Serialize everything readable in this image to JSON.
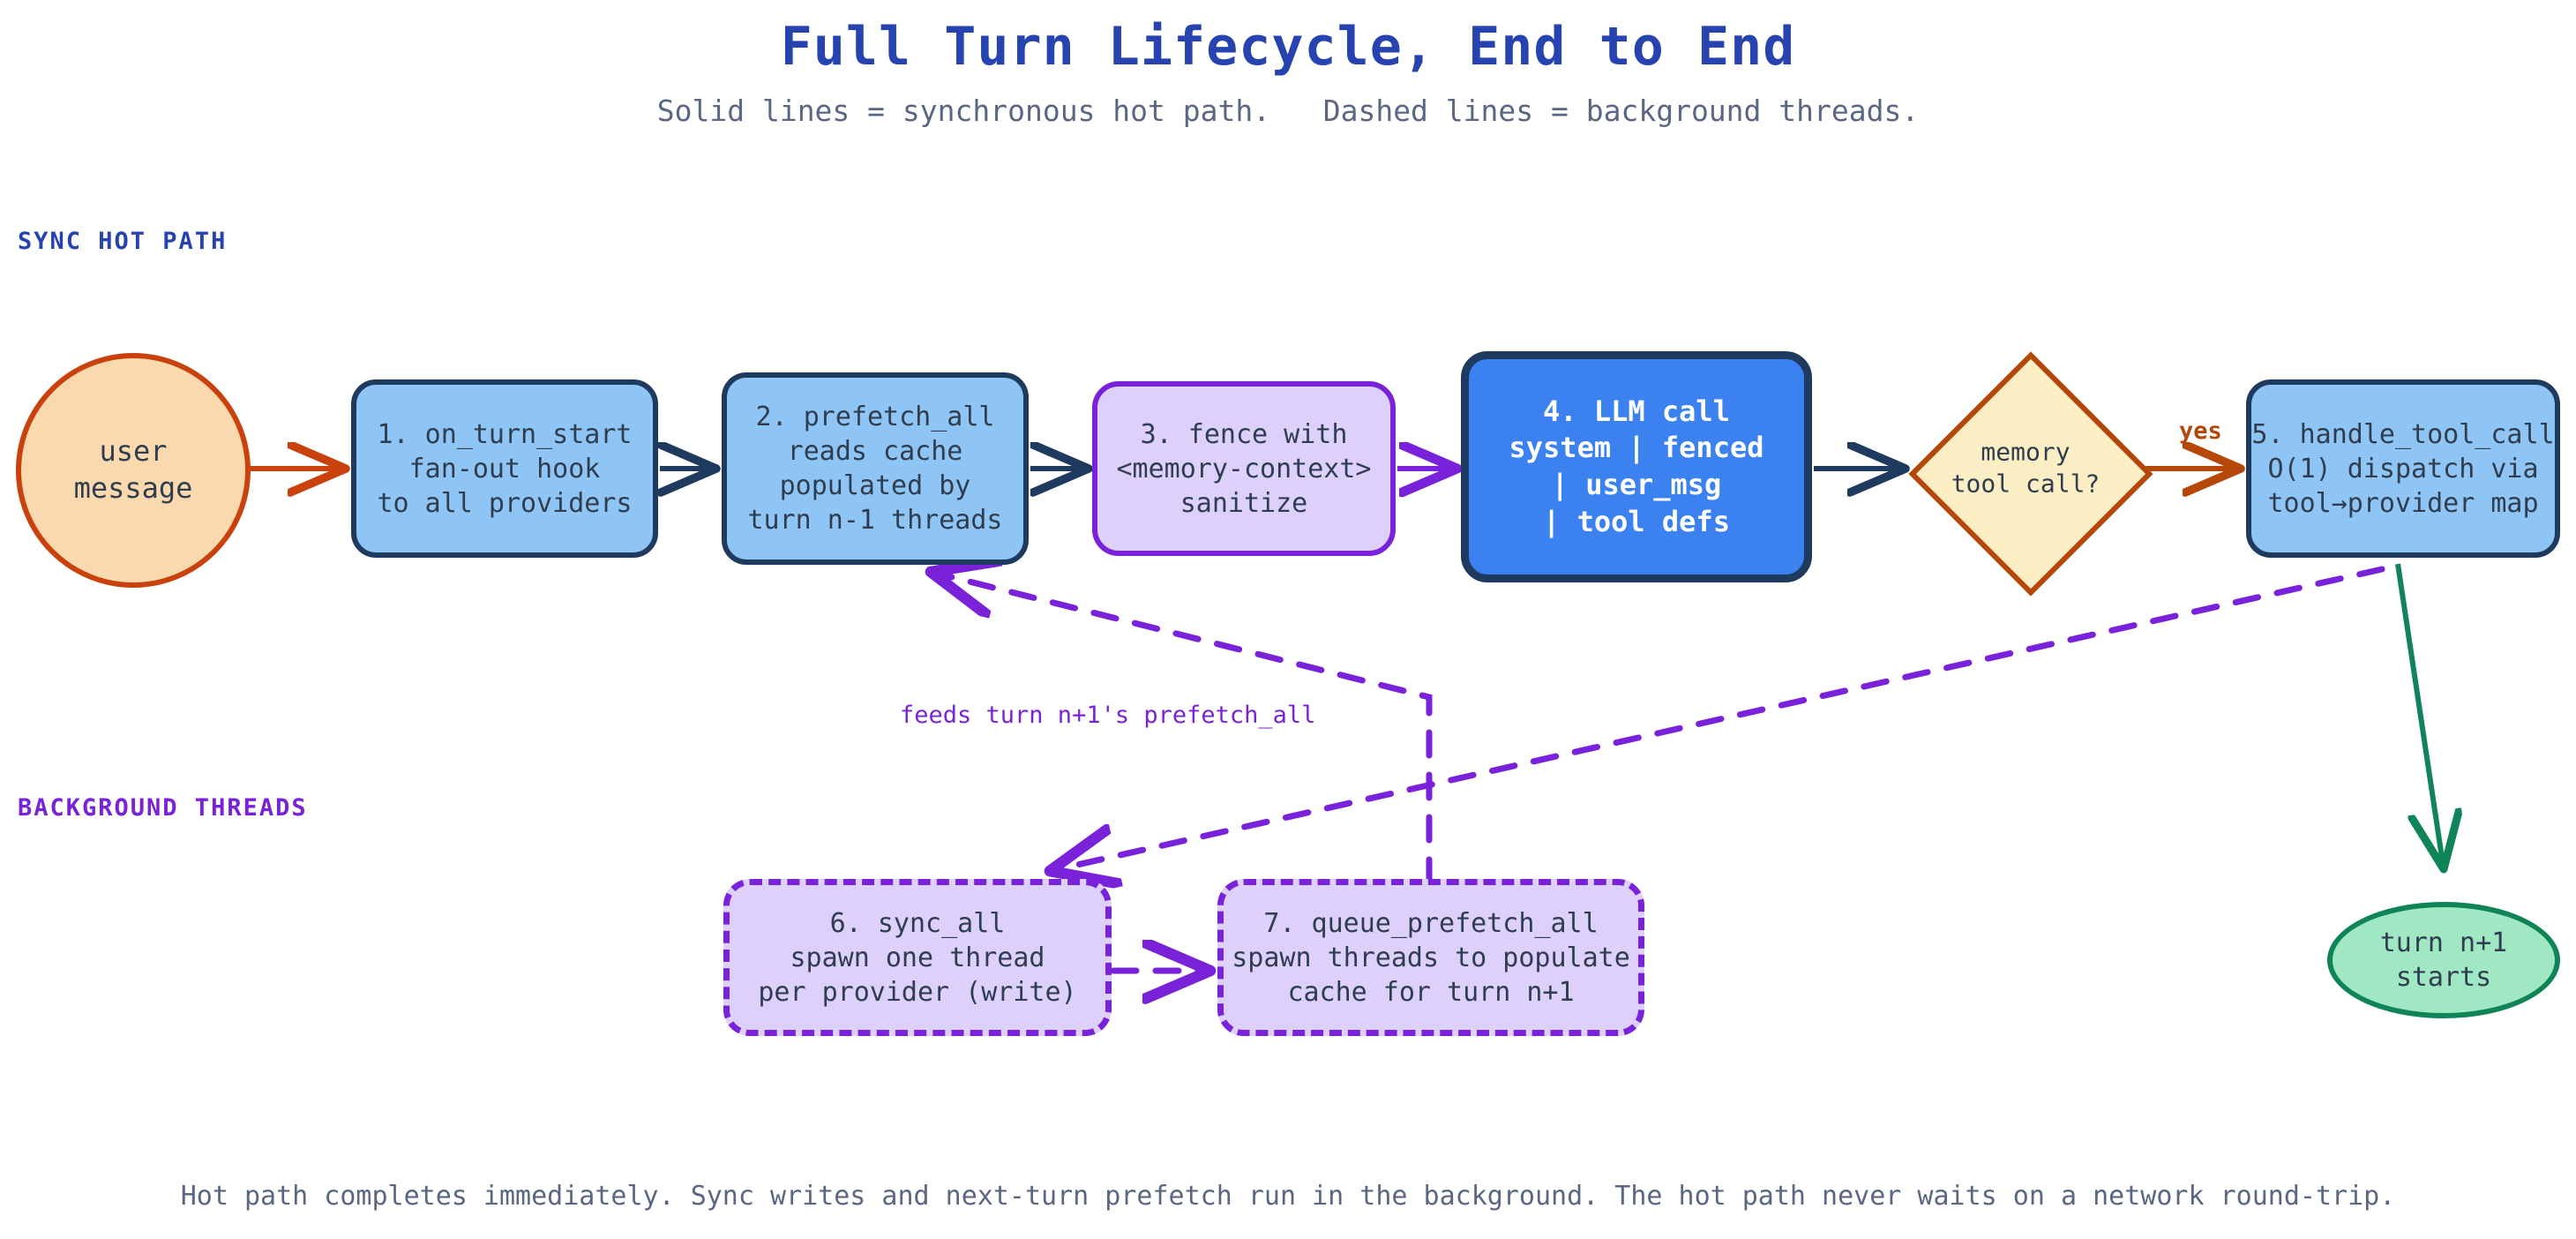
{
  "header": {
    "title": "Full Turn Lifecycle, End to End",
    "subtitle": "Solid lines = synchronous hot path.   Dashed lines = background threads."
  },
  "footer": {
    "note": "Hot path completes immediately. Sync writes and next-turn prefetch run in the background. The hot path never waits on a network round-trip."
  },
  "bands": {
    "sync_hot_path": "SYNC HOT PATH",
    "background_threads": "BACKGROUND THREADS"
  },
  "nodes": {
    "user_message": "user\nmessage",
    "step1": "1. on_turn_start\nfan-out hook\nto all providers",
    "step2": "2. prefetch_all\nreads cache\npopulated by\nturn n-1 threads",
    "step3": "3. fence with\n<memory-context>\nsanitize",
    "step4": "4. LLM call\nsystem | fenced\n| user_msg\n| tool defs",
    "decision": "memory\ntool call?",
    "step5": "5. handle_tool_call\nO(1) dispatch via\ntool→provider map",
    "step6": "6. sync_all\nspawn one thread\nper provider (write)",
    "step7": "7. queue_prefetch_all\nspawn threads to populate\ncache for turn n+1",
    "turn_next": "turn n+1\nstarts"
  },
  "edge_labels": {
    "yes": "yes",
    "feeds": "feeds turn n+1's prefetch_all"
  },
  "colors": {
    "title_blue": "#2743B0",
    "muted_text": "#5A6782",
    "node_text": "#2F3D4F",
    "blue_fill": "#8FC5F4",
    "blue_strong_fill": "#3B82F0",
    "navy_stroke": "#1F3A5F",
    "purple_fill": "#DDD0FB",
    "purple_stroke": "#7A22D9",
    "orange_fill": "#FBD9AE",
    "orange_stroke": "#C9410D",
    "yellow_fill": "#FCEEC4",
    "brown_stroke": "#B54708",
    "green_fill": "#9FE8C3",
    "green_stroke": "#0F8457"
  }
}
